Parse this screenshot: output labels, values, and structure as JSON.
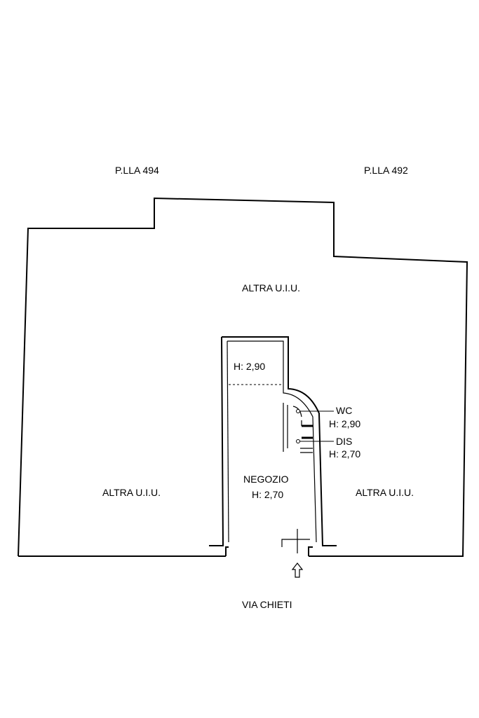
{
  "labels": {
    "parcel_left": "P.LLA 494",
    "parcel_right": "P.LLA 492",
    "other_unit_top": "ALTRA U.I.U.",
    "other_unit_left": "ALTRA U.I.U.",
    "other_unit_right": "ALTRA U.I.U.",
    "mezzanine_height": "H: 2,90",
    "shop_name": "NEGOZIO",
    "shop_height": "H: 2,70",
    "wc_name": "WC",
    "wc_height": "H: 2,90",
    "dis_name": "DIS",
    "dis_height": "H: 2,70",
    "street": "VIA CHIETI"
  },
  "icons": {
    "entrance": "entrance-arrow-icon"
  }
}
